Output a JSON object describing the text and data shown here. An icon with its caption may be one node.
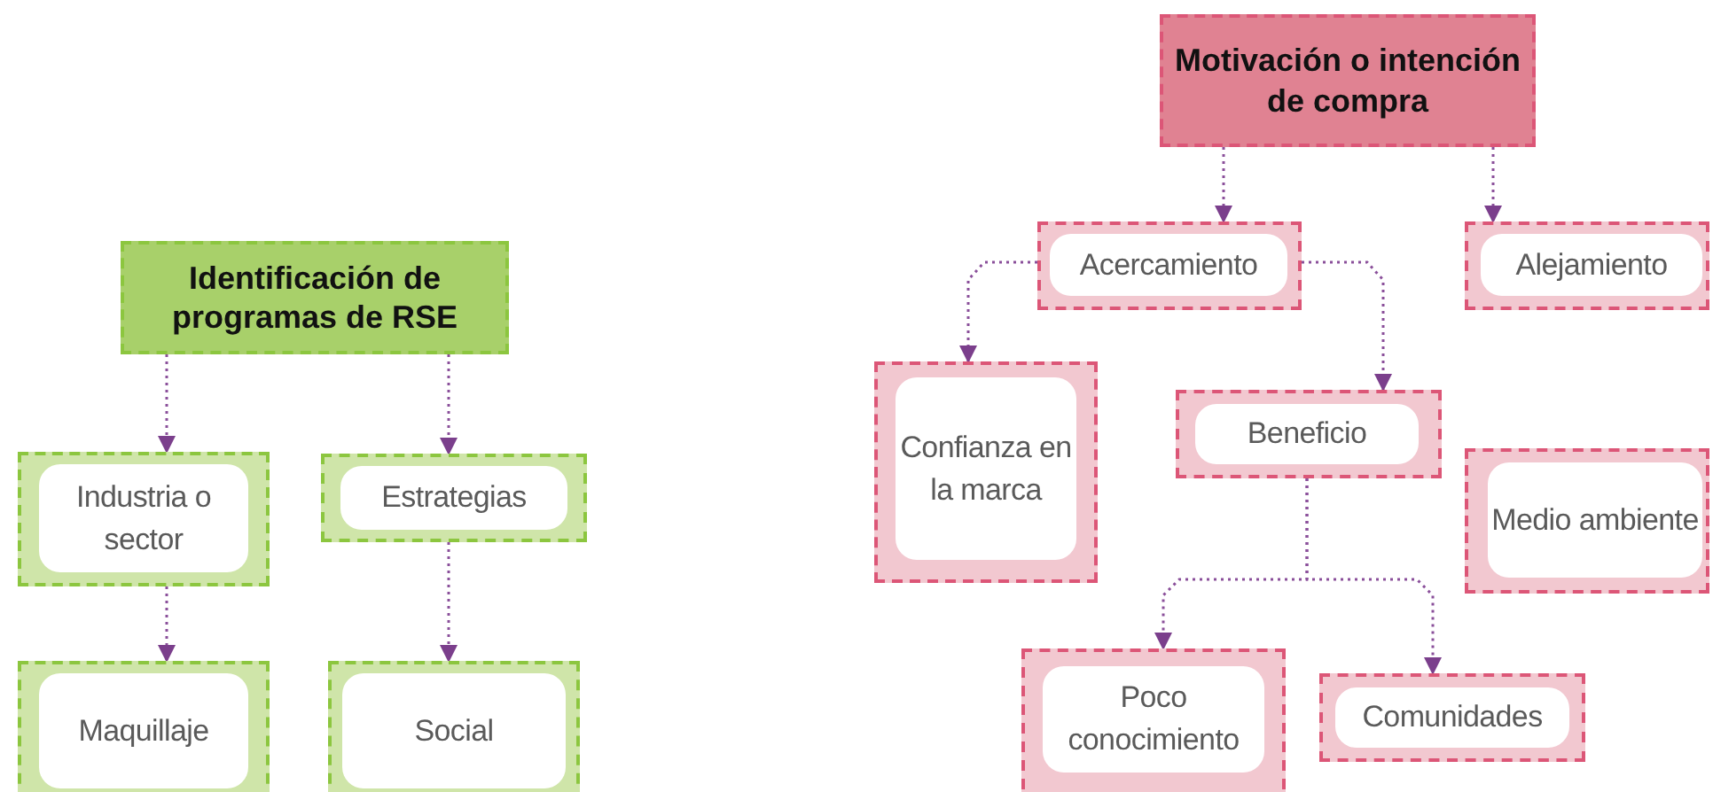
{
  "diagram": {
    "nodes": [
      {
        "text": [
          "Identificación de programas de RSE"
        ]
      },
      {
        "text": [
          "Industria o sector"
        ]
      },
      {
        "text": [
          "Estrategias"
        ]
      },
      {
        "text": [
          "Maquillaje"
        ]
      },
      {
        "text": [
          "Social"
        ]
      },
      {
        "text": [
          "Motivación o intención de compra"
        ]
      },
      {
        "text": [
          "Acercamiento"
        ]
      },
      {
        "text": [
          "Alejamiento"
        ]
      },
      {
        "text": [
          "Confianza en la marca"
        ]
      },
      {
        "text": [
          "Beneficio"
        ]
      },
      {
        "text": [
          "Medio ambiente"
        ]
      },
      {
        "text": [
          "Poco conocimiento"
        ]
      },
      {
        "text": [
          "Comunidades"
        ]
      }
    ],
    "edges": [
      {
        "from": 0,
        "to": 1,
        "arrow": "to"
      },
      {
        "from": 0,
        "to": 2,
        "arrow": "to"
      },
      {
        "from": 1,
        "to": 3,
        "arrow": "to"
      },
      {
        "from": 2,
        "to": 4,
        "arrow": "to"
      },
      {
        "from": 5,
        "to": 6,
        "arrow": "to"
      },
      {
        "from": 5,
        "to": 7,
        "arrow": "to"
      },
      {
        "from": 6,
        "to": 8,
        "arrow": "to"
      },
      {
        "from": 6,
        "to": 9,
        "arrow": "to"
      },
      {
        "from": 9,
        "to": 11,
        "arrow": "to"
      },
      {
        "from": 9,
        "to": 12,
        "arrow": "to"
      }
    ]
  }
}
